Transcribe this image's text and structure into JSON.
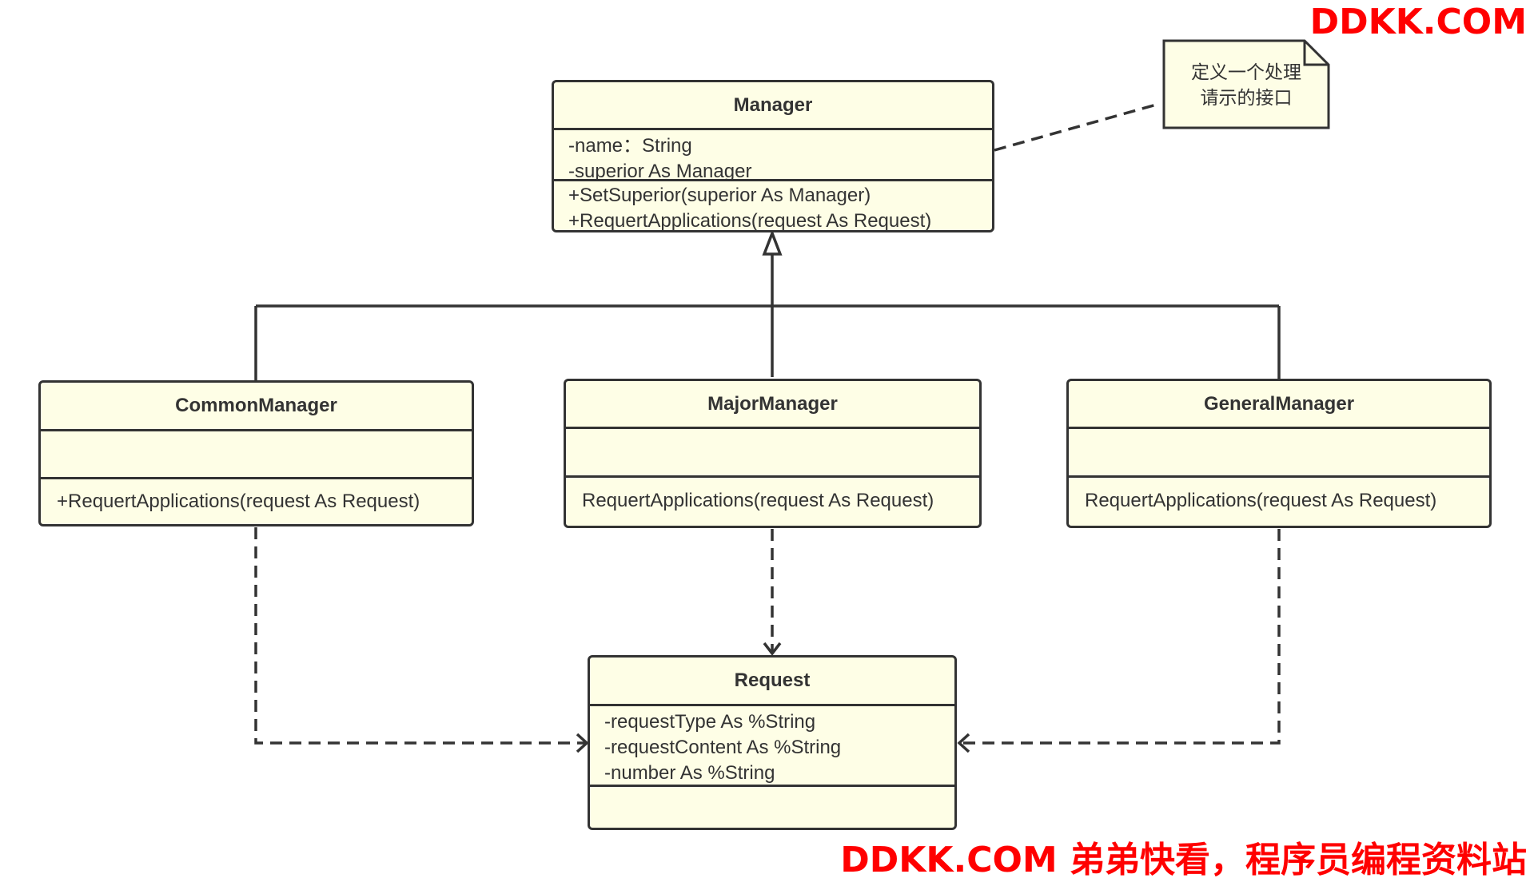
{
  "note": {
    "lines": [
      "定义一个处理",
      "请示的接口"
    ]
  },
  "classes": {
    "manager": {
      "name": "Manager",
      "attributes": [
        "-name：String",
        "-superior As Manager"
      ],
      "operations": [
        "+SetSuperior(superior As Manager)",
        "+RequertApplications(request As Request)"
      ]
    },
    "common": {
      "name": "CommonManager",
      "attributes": [],
      "operations": [
        "+RequertApplications(request As Request)"
      ]
    },
    "major": {
      "name": "MajorManager",
      "attributes": [],
      "operations": [
        "RequertApplications(request As Request)"
      ]
    },
    "general": {
      "name": "GeneralManager",
      "attributes": [],
      "operations": [
        "RequertApplications(request As Request)"
      ]
    },
    "request": {
      "name": "Request",
      "attributes": [
        "-requestType As %String",
        "-requestContent As %String",
        "-number As %String"
      ],
      "operations": []
    }
  },
  "relations": [
    {
      "type": "generalization",
      "from": "CommonManager",
      "to": "Manager"
    },
    {
      "type": "generalization",
      "from": "MajorManager",
      "to": "Manager"
    },
    {
      "type": "generalization",
      "from": "GeneralManager",
      "to": "Manager"
    },
    {
      "type": "dependency",
      "from": "CommonManager",
      "to": "Request"
    },
    {
      "type": "dependency",
      "from": "MajorManager",
      "to": "Request"
    },
    {
      "type": "dependency",
      "from": "GeneralManager",
      "to": "Request"
    },
    {
      "type": "note-anchor",
      "from": "note",
      "to": "Manager"
    }
  ],
  "colors": {
    "class_fill": "#fefee6",
    "stroke": "#333333",
    "watermark": "#ff0000"
  },
  "watermarks": {
    "top": "DDKK.COM",
    "bottom": "DDKK.COM 弟弟快看，程序员编程资料站"
  }
}
